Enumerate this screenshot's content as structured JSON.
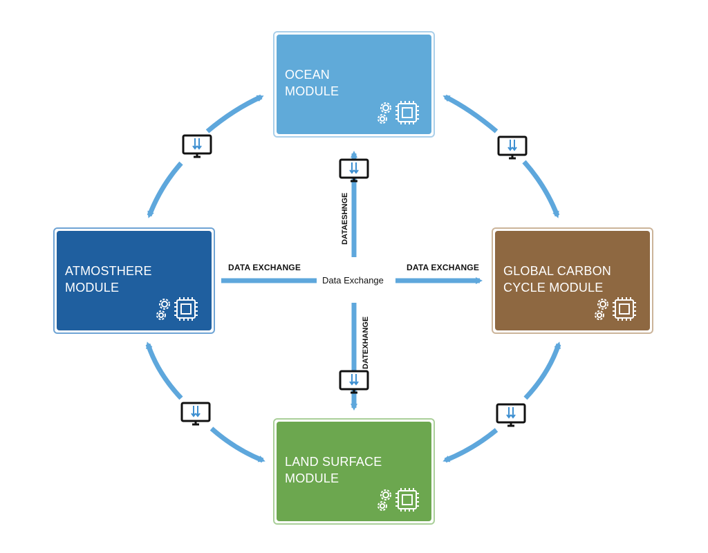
{
  "modules": {
    "ocean": {
      "line1": "OCEAN",
      "line2": "MODULE"
    },
    "atmosphere": {
      "line1": "ATMOSTHERE",
      "line2": "MODULE"
    },
    "carbon": {
      "line1": "GLOBAL CARBON",
      "line2": "CYCLE MODULE"
    },
    "land": {
      "line1": "LAND SURFACE",
      "line2": "MODULE"
    }
  },
  "labels": {
    "center": "Data Exchange",
    "left": "DATA EXCHANGE",
    "right": "DATA EXCHANGE",
    "top_vertical": "DATAESHNGE",
    "bottom_vertical": "DATEXHANGE"
  },
  "colors": {
    "arrow": "#5ea7dc",
    "monitor_arrow": "#3d8fd1",
    "ocean": "#60aad9",
    "atmosphere": "#1f5f9f",
    "carbon": "#8e6841",
    "land": "#6ca74f"
  },
  "icons": {
    "module_icon": "gear-and-chip-icon",
    "exchange_icon": "monitor-data-transfer-icon"
  }
}
